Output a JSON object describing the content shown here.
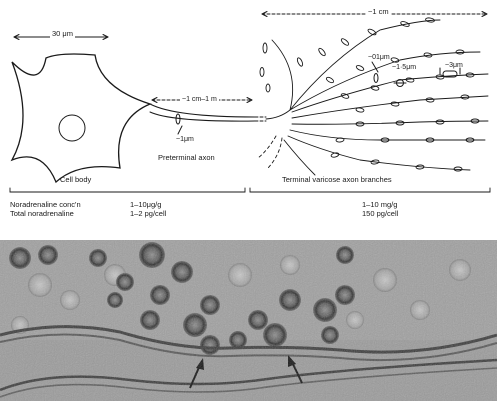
{
  "diagram": {
    "labels": {
      "body_width": "30 μm",
      "terminal_span": "~1 cm",
      "preterminal_length": "~1 cm–1 m",
      "axon_diameter": "~1μm",
      "varicosity_width": "~01μm",
      "intervaricose_spacing": "~1·5μm",
      "varicosity_length": "~3μm",
      "cell_body": "Cell body",
      "preterminal_axon": "Preterminal axon",
      "terminal_branches": "Terminal varicose axon branches"
    },
    "table": {
      "row1_label": "Noradrenaline conc'n",
      "row1_body": "1–10μg/g",
      "row1_terminal": "1–10 mg/g",
      "row2_label": "Total noradrenaline",
      "row2_body": "1–2 pg/cell",
      "row2_terminal": "150 pg/cell"
    }
  },
  "micrograph": {
    "arrows": [
      "arrow-left",
      "arrow-right"
    ],
    "tone": "#8a8a8a"
  }
}
